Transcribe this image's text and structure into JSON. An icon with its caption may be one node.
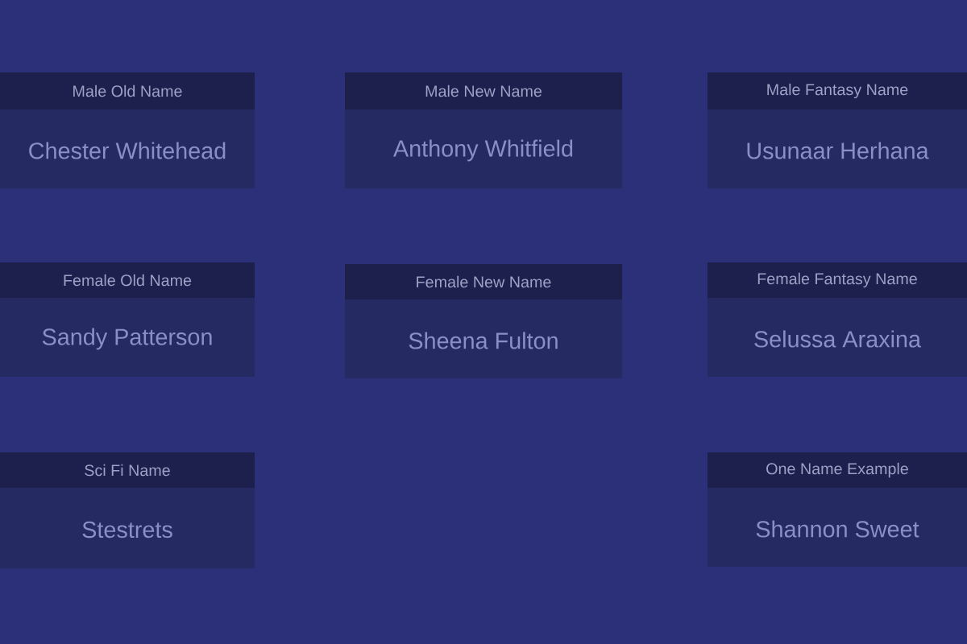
{
  "diagram": {
    "nodes": [
      {
        "text": [
          "Male Old Name",
          "Chester Whitehead"
        ]
      },
      {
        "text": [
          "Male New Name",
          "Anthony Whitfield"
        ]
      },
      {
        "text": [
          "Male Fantasy Name",
          "Usunaar Herhana"
        ]
      },
      {
        "text": [
          "Female Old Name",
          "Sandy Patterson"
        ]
      },
      {
        "text": [
          "Female New Name",
          "Sheena Fulton"
        ]
      },
      {
        "text": [
          "Female Fantasy Name",
          "Selussa Araxina"
        ]
      },
      {
        "text": [
          "Sci Fi Name",
          "Stestrets"
        ]
      },
      {
        "text": [
          "One Name Example",
          "Shannon Sweet"
        ]
      }
    ]
  }
}
